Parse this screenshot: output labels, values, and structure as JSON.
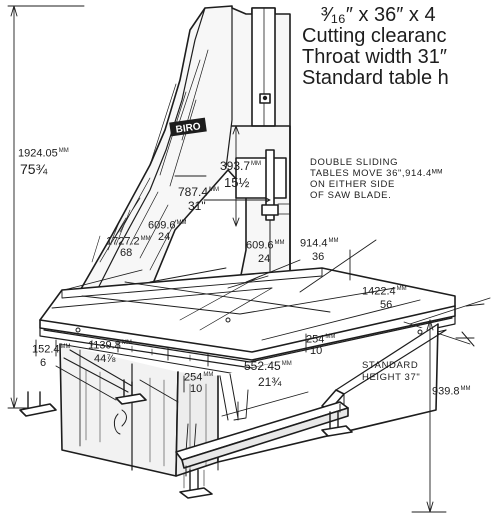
{
  "specs": {
    "line1": "³⁄₁₆″ x 36″ x 4",
    "line2": "Cutting clearanc",
    "line3": "Throat width 31″",
    "line4": "Standard table h"
  },
  "brand": "BIRO",
  "note_tables": [
    "DOUBLE SLIDING",
    "TABLES MOVE 36\",914.4ᴹᴹ",
    "ON EITHER SIDE",
    "OF SAW BLADE."
  ],
  "note_height": [
    "STANDARD",
    "HEIGHT 37\""
  ],
  "dims": {
    "overall_height_mm": "1924.05",
    "overall_height_in": "75¾",
    "clearance_mm": "393.7",
    "clearance_in": "15½",
    "throat_mm": "787.4",
    "throat_in": "31\"",
    "table_w_mm": "609.6",
    "table_w_in": "24",
    "table_len_mm": "1727.2",
    "table_len_in": "68",
    "table_w2_mm": "609.6",
    "table_w2_in": "24",
    "slide_mm": "914.4",
    "slide_in": "36",
    "depth_mm": "1422.4",
    "depth_in": "56",
    "base_w_mm": "1139.8",
    "base_w_in": "44⅞",
    "foot_mm": "152.4",
    "foot_in": "6",
    "base_d_mm": "552.45",
    "base_d_in": "21¾",
    "leg_mm": "254",
    "leg_in": "10",
    "leg2_mm": "254",
    "leg2_in": "10",
    "std_height_mm": "939.8",
    "unit_mm": "MM"
  }
}
